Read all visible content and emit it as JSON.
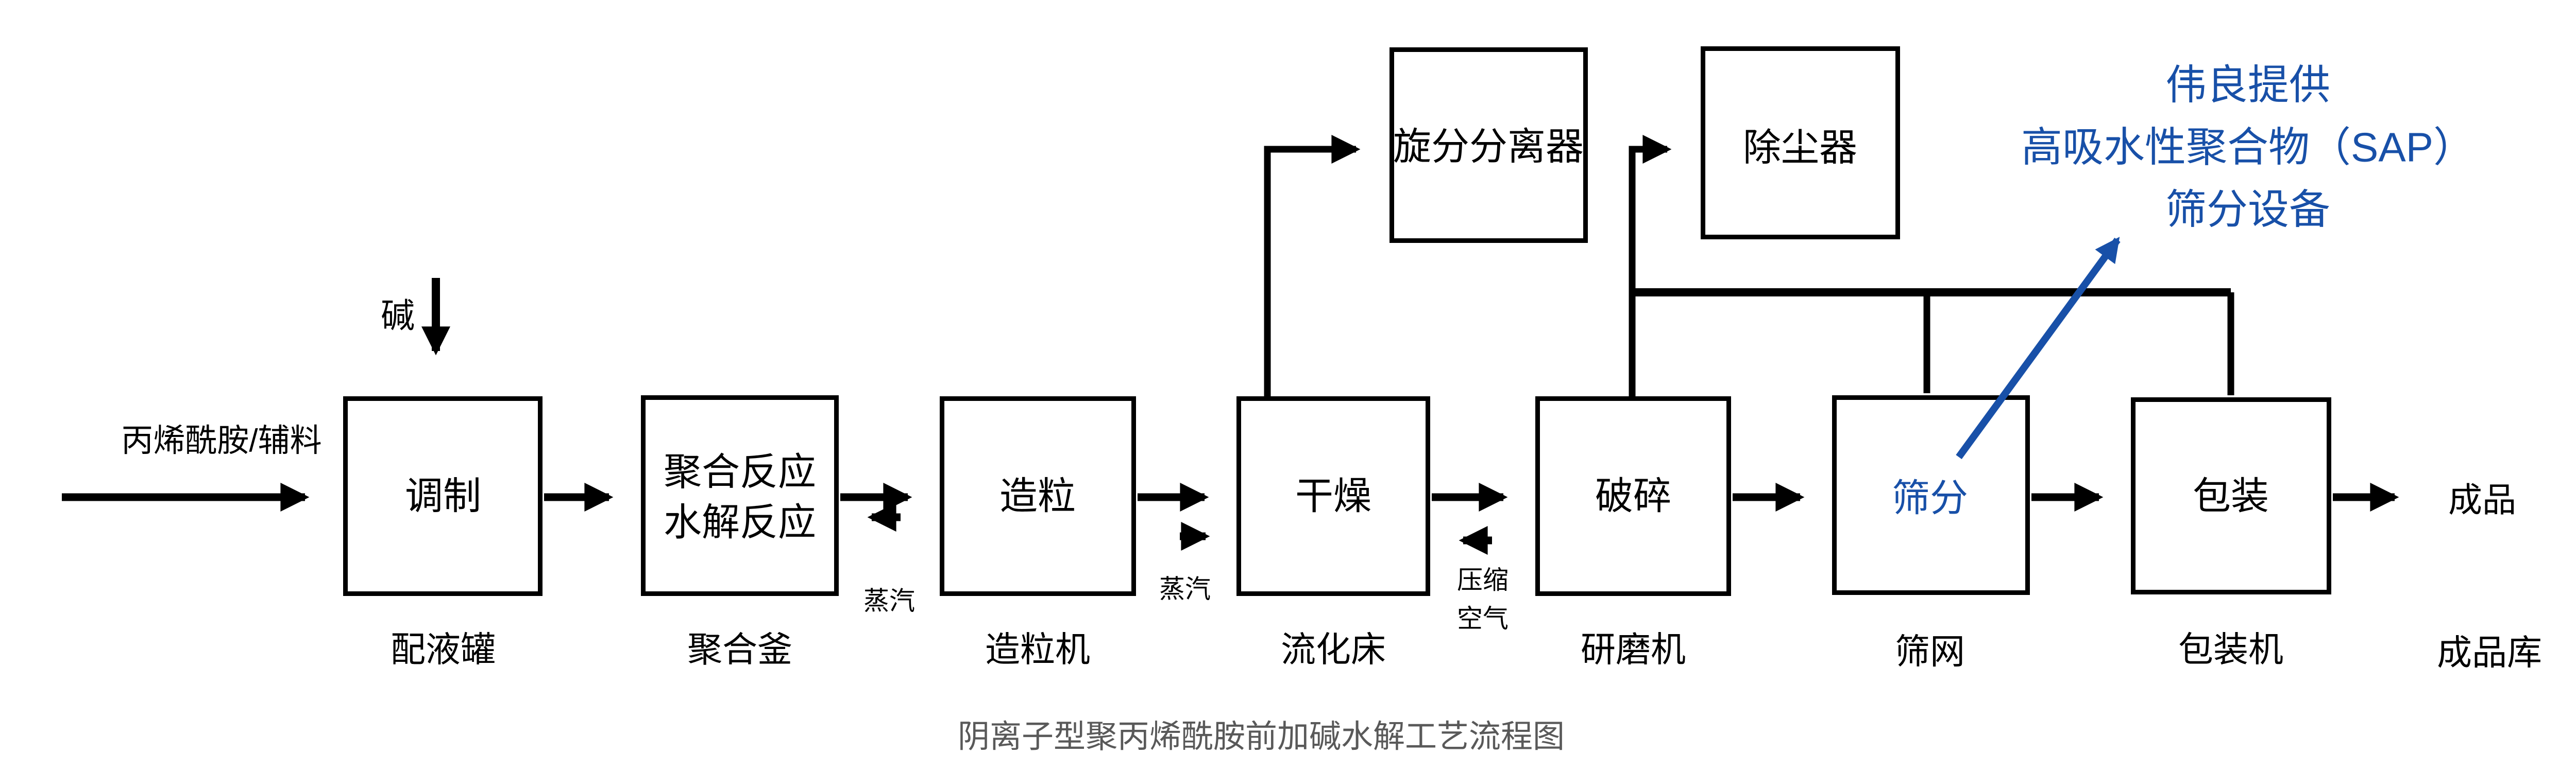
{
  "diagram": {
    "title": "阴离子型聚丙烯酰胺前加碱水解工艺流程图",
    "colors": {
      "accent_blue": "#1850A8",
      "line_black": "#000000",
      "title_gray": "#595959"
    },
    "inputs": {
      "feed": "丙烯酰胺/辅料",
      "alkali": "碱"
    },
    "outputs": {
      "product": "成品",
      "storage": "成品库"
    },
    "steps": [
      {
        "text": "调制",
        "label": "配液罐"
      },
      {
        "text": "聚合反应",
        "text2": "水解反应",
        "label": "聚合釜"
      },
      {
        "text": "造粒",
        "label": "造粒机"
      },
      {
        "text": "干燥",
        "label": "流化床"
      },
      {
        "text": "破碎",
        "label": "研磨机"
      },
      {
        "text": "筛分",
        "label": "筛网"
      },
      {
        "text": "包装",
        "label": "包装机"
      }
    ],
    "top_equipment": [
      {
        "text": "旋分分离器"
      },
      {
        "text": "除尘器"
      }
    ],
    "utilities": {
      "steam1": "蒸汽",
      "steam2": "蒸汽",
      "air_line1": "压缩",
      "air_line2": "空气"
    },
    "callout": {
      "line1": "伟良提供",
      "line2": "高吸水性聚合物（SAP）",
      "line3": "筛分设备"
    }
  }
}
